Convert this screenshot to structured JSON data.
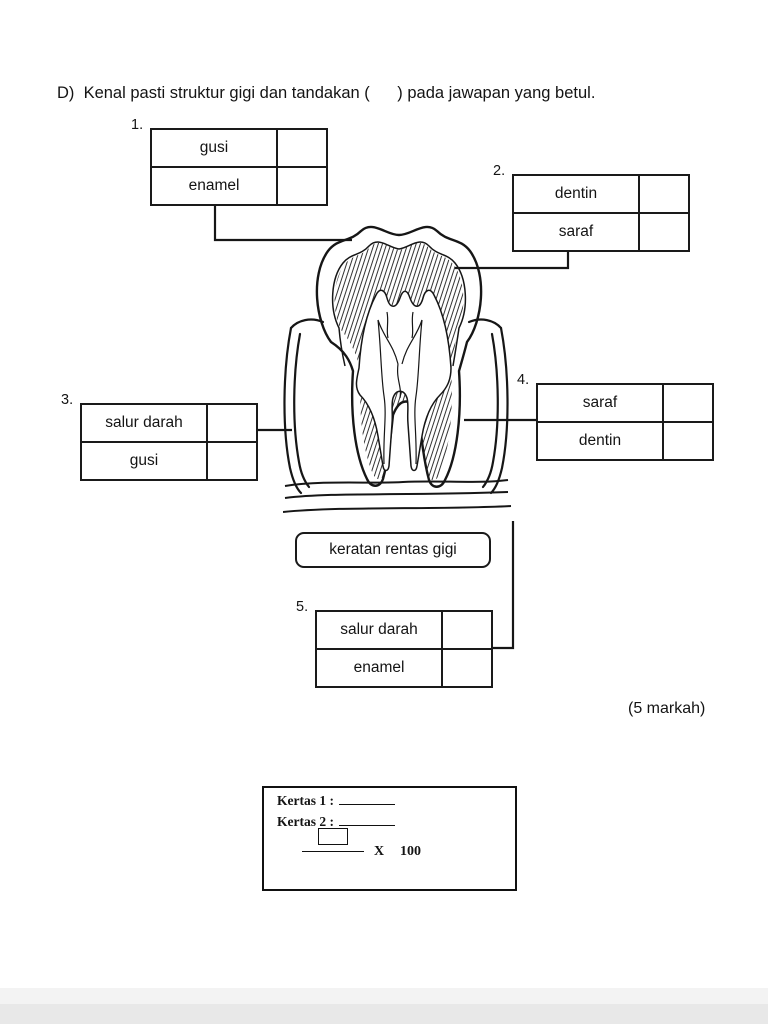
{
  "heading": "D)  Kenal pasti struktur gigi dan tandakan (      ) pada jawapan yang betul.",
  "boxes": [
    {
      "number": "1.",
      "options": [
        {
          "label": "gusi"
        },
        {
          "label": "enamel"
        }
      ]
    },
    {
      "number": "2.",
      "options": [
        {
          "label": "dentin"
        },
        {
          "label": "saraf"
        }
      ]
    },
    {
      "number": "3.",
      "options": [
        {
          "label": "salur darah"
        },
        {
          "label": "gusi"
        }
      ]
    },
    {
      "number": "4.",
      "options": [
        {
          "label": "saraf"
        },
        {
          "label": "dentin"
        }
      ]
    },
    {
      "number": "5.",
      "options": [
        {
          "label": "salur darah"
        },
        {
          "label": "enamel"
        }
      ]
    }
  ],
  "diagram": {
    "caption": "keratan rentas gigi"
  },
  "marks": "(5 markah)",
  "score_box": {
    "paper1_label": "Kertas 1 :",
    "paper2_label": "Kertas 2 :",
    "multiply_sign": "X",
    "total": "100"
  }
}
